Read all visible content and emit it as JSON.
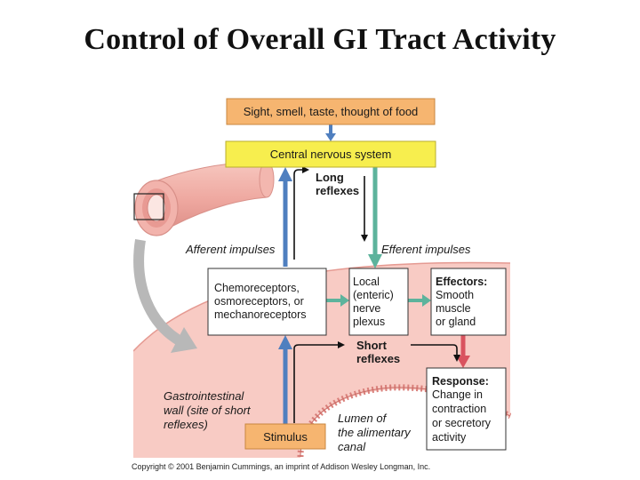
{
  "title": "Control of Overall GI Tract Activity",
  "boxes": {
    "sensory_input": "Sight, smell, taste, thought of food",
    "cns": "Central nervous system",
    "receptors": [
      "Chemoreceptors,",
      "osmoreceptors, or",
      "mechanoreceptors"
    ],
    "plexus": [
      "Local",
      "(enteric)",
      "nerve",
      "plexus"
    ],
    "effectors_title": "Effectors:",
    "effectors": [
      "Smooth",
      "muscle",
      "or gland"
    ],
    "response_title": "Response:",
    "response": [
      "Change in",
      "contraction",
      "or secretory",
      "activity"
    ],
    "stimulus": "Stimulus"
  },
  "labels": {
    "long_reflexes": [
      "Long",
      "reflexes"
    ],
    "short_reflexes": [
      "Short",
      "reflexes"
    ],
    "afferent": "Afferent impulses",
    "efferent": "Efferent impulses",
    "gi_wall": [
      "Gastrointestinal",
      "wall (site of short",
      "reflexes)"
    ],
    "lumen": [
      "Lumen of",
      "the alimentary",
      "canal"
    ]
  },
  "copyright": "Copyright © 2001 Benjamin Cummings, an imprint of Addison Wesley Longman, Inc.",
  "colors": {
    "orange_box": "#f6b570",
    "yellow_box": "#f7ee4e",
    "afferent_arrow": "#4f7fbf",
    "efferent_arrow": "#5db39c",
    "response_arrow": "#d9535f",
    "tissue": "#f8cbc4",
    "tissue_edge": "#e59a92"
  }
}
